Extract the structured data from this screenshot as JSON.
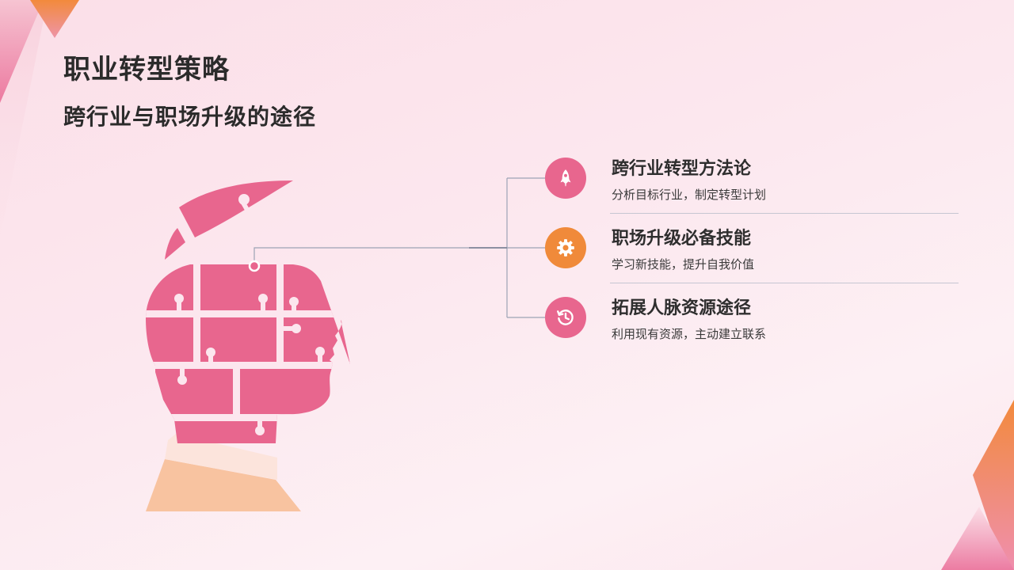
{
  "slide": {
    "title": "职业转型策略",
    "subtitle": "跨行业与职场升级的途径"
  },
  "colors": {
    "pink": "#E8668E",
    "orange": "#F08A3A",
    "collar": "#FCE4DC",
    "shoulder": "#F8C3A0",
    "text_dark": "#2B2B2B",
    "line": "#9DA3B5"
  },
  "items": [
    {
      "title": "跨行业转型方法论",
      "desc": "分析目标行业，制定转型计划",
      "icon": "rocket-icon",
      "color": "#E8668E"
    },
    {
      "title": "职场升级必备技能",
      "desc": "学习新技能，提升自我价值",
      "icon": "gear-icon",
      "color": "#F08A3A"
    },
    {
      "title": "拓展人脉资源途径",
      "desc": "利用现有资源，主动建立联系",
      "icon": "history-clock-icon",
      "color": "#E8668E"
    }
  ]
}
